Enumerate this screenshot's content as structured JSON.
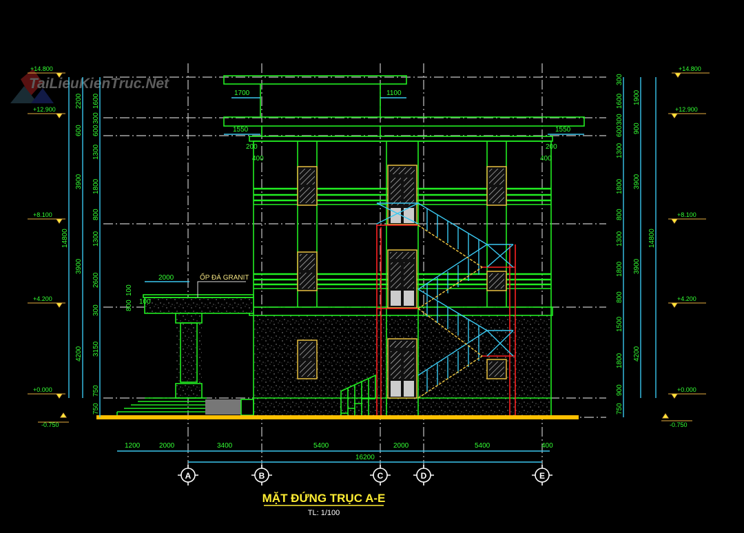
{
  "watermark": "TaiLieuKienTruc.Net",
  "title": "MẶT ĐỨNG TRỤC A-E",
  "scale": "TL: 1/100",
  "annotation": "ỐP ĐÁ GRANIT",
  "elevations_left": [
    "+14.800",
    "+12.900",
    "+8.100",
    "+4.200",
    "+0.000",
    "-0.750"
  ],
  "elevations_right": [
    "+14.800",
    "+12.900",
    "+8.100",
    "+4.200",
    "+0.000",
    "-0.750"
  ],
  "axes": [
    "A",
    "B",
    "C",
    "D",
    "E"
  ],
  "bottom_dims": [
    "1200",
    "2000",
    "3400",
    "5400",
    "2000",
    "5400",
    "400"
  ],
  "bottom_total": "16200",
  "top_dims": [
    "1700",
    "1100",
    "1550",
    "1550",
    "200",
    "400",
    "200",
    "400"
  ],
  "porch_dims": [
    "2000",
    "800",
    "100",
    "100"
  ],
  "left_total": "14800",
  "left_floor_dims": [
    "2200",
    "600",
    "3900",
    "3900",
    "4200"
  ],
  "left_detail_dims": [
    "1600",
    "600",
    "300",
    "1300",
    "1800",
    "800",
    "1300",
    "2600",
    "300",
    "3150",
    "750",
    "750"
  ],
  "right_total": "14800",
  "right_floor_dims": [
    "1900",
    "900",
    "3900",
    "3900",
    "4200"
  ],
  "right_detail_dims": [
    "300",
    "1600",
    "300",
    "600",
    "1300",
    "1800",
    "800",
    "1300",
    "1800",
    "800",
    "1500",
    "1800",
    "900",
    "750"
  ],
  "colors": {
    "background": "#000000",
    "wall": "#22ee22",
    "dimension": "#3ac8f0",
    "ground": "#ffc000",
    "title": "#ffee33",
    "stair_post": "#ff2222"
  }
}
